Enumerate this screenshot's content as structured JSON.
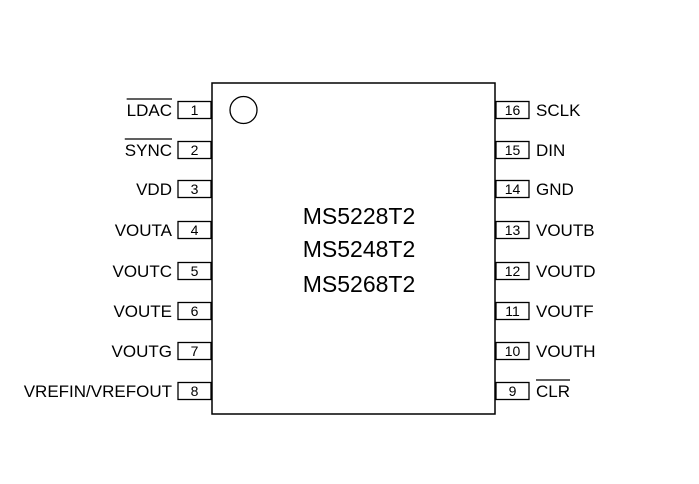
{
  "chip": {
    "part_numbers": [
      "MS5228T2",
      "MS5248T2",
      "MS5268T2"
    ]
  },
  "pins": {
    "left": [
      {
        "number": "1",
        "name": "LDAC",
        "active_low": true
      },
      {
        "number": "2",
        "name": "SYNC",
        "active_low": true
      },
      {
        "number": "3",
        "name": "VDD",
        "active_low": false
      },
      {
        "number": "4",
        "name": "VOUTA",
        "active_low": false
      },
      {
        "number": "5",
        "name": "VOUTC",
        "active_low": false
      },
      {
        "number": "6",
        "name": "VOUTE",
        "active_low": false
      },
      {
        "number": "7",
        "name": "VOUTG",
        "active_low": false
      },
      {
        "number": "8",
        "name": "VREFIN/VREFOUT",
        "active_low": false
      }
    ],
    "right": [
      {
        "number": "16",
        "name": "SCLK",
        "active_low": false
      },
      {
        "number": "15",
        "name": "DIN",
        "active_low": false
      },
      {
        "number": "14",
        "name": "GND",
        "active_low": false
      },
      {
        "number": "13",
        "name": "VOUTB",
        "active_low": false
      },
      {
        "number": "12",
        "name": "VOUTD",
        "active_low": false
      },
      {
        "number": "11",
        "name": "VOUTF",
        "active_low": false
      },
      {
        "number": "10",
        "name": "VOUTH",
        "active_low": false
      },
      {
        "number": "9",
        "name": "CLR",
        "active_low": true
      }
    ]
  }
}
